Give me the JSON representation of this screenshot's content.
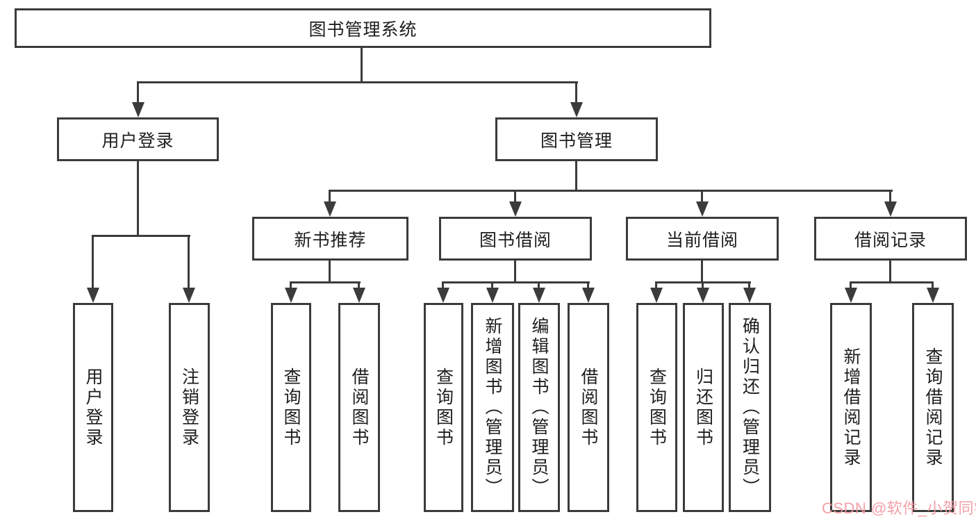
{
  "tree": {
    "label": "图书管理系统",
    "children": [
      {
        "label": "用户登录",
        "children": [
          {
            "label": "用户登录"
          },
          {
            "label": "注销登录"
          }
        ]
      },
      {
        "label": "图书管理",
        "children": [
          {
            "label": "新书推荐",
            "children": [
              {
                "label": "查询图书"
              },
              {
                "label": "借阅图书"
              }
            ]
          },
          {
            "label": "图书借阅",
            "children": [
              {
                "label": "查询图书"
              },
              {
                "label": "新增图书（管理员）"
              },
              {
                "label": "编辑图书（管理员）"
              },
              {
                "label": "借阅图书"
              }
            ]
          },
          {
            "label": "当前借阅",
            "children": [
              {
                "label": "查询图书"
              },
              {
                "label": "归还图书"
              },
              {
                "label": "确认归还（管理员）"
              }
            ]
          },
          {
            "label": "借阅记录",
            "children": [
              {
                "label": "新增借阅记录"
              },
              {
                "label": "查询借阅记录"
              }
            ]
          }
        ]
      }
    ]
  },
  "watermark": {
    "text": "CSDN @软件_小贺同学"
  },
  "colors": {
    "line": "#3b3b3b",
    "watermark": "#f398a0",
    "background": "#ffffff"
  }
}
